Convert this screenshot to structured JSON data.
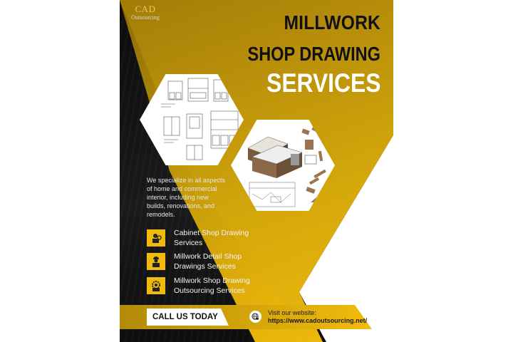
{
  "logo": {
    "line1": "CAD",
    "line2": "Outsourcing"
  },
  "headline": {
    "line1": "MILLWORK",
    "line2": "SHOP DRAWING",
    "line3": "SERVICES"
  },
  "images": [
    {
      "name": "cabinet-elevation-drawings",
      "description": "2D cabinet elevation shop drawings"
    },
    {
      "name": "isometric-millwork-drawings",
      "description": "3D isometric cabinet and millwork component drawings"
    }
  ],
  "intro": "We specialize in all aspects of home and commercial interior, including new builds, renovations, and remodels.",
  "services": [
    {
      "icon": "engineer-gear-icon",
      "label": "Cabinet Shop Drawing Services"
    },
    {
      "icon": "engineer-icon",
      "label": "Millwork Detail Shop Drawings Services"
    },
    {
      "icon": "gear-worker-icon",
      "label": "Millwork Shop Drawing Outsourcing Services"
    }
  ],
  "cta": {
    "call_label": "CALL US TODAY",
    "visit_label": "Visit our website:",
    "url": "https://www.cadoutsourcing.net/"
  },
  "colors": {
    "gold": "#F0B90C",
    "dark": "#111111",
    "white": "#FFFFFF"
  }
}
